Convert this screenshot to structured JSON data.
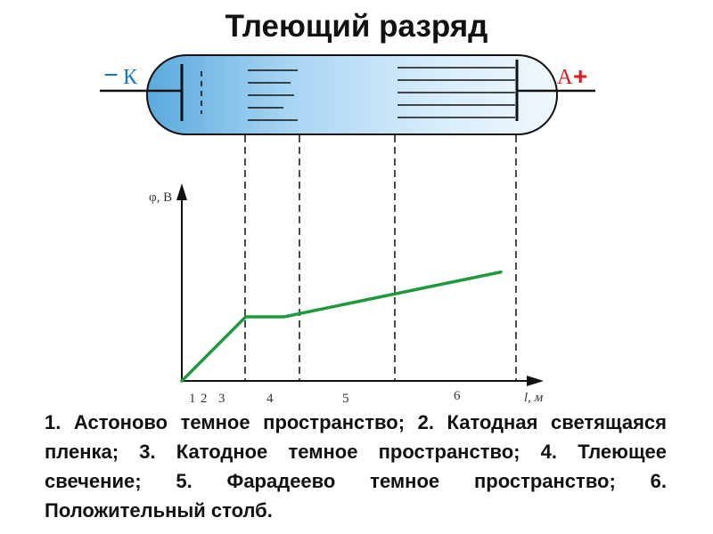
{
  "title": "Тлеющий разряд",
  "tube": {
    "cathode_label": "К",
    "cathode_sign": "−",
    "anode_label": "А",
    "anode_sign": "+"
  },
  "chart_data": {
    "type": "line",
    "title": "",
    "ylabel": "φ, В",
    "xlabel": "l, м",
    "region_labels": [
      "1",
      "2",
      "3",
      "4",
      "5",
      "6"
    ],
    "series": [
      {
        "color": "#1e9a3c",
        "points": [
          [
            0,
            0
          ],
          [
            0.2,
            0.3
          ],
          [
            0.32,
            0.3
          ],
          [
            1.0,
            0.51
          ]
        ]
      }
    ],
    "xlim": [
      0,
      1.05
    ],
    "ylim": [
      0,
      1.0
    ],
    "grid": false
  },
  "caption": "1. Астоново темное пространство; 2. Катодная светящаяся пленка; 3. Катодное темное пространство; 4. Тлеющее свечение; 5. Фарадеево темное пространство; 6. Положительный столб."
}
